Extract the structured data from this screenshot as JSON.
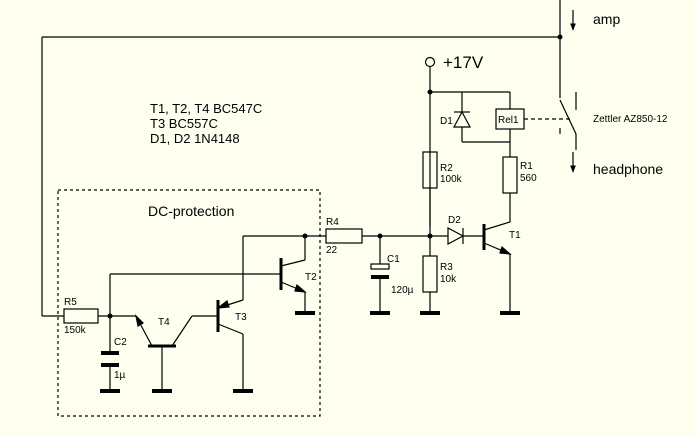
{
  "notes": {
    "line1": "T1, T2, T4  BC547C",
    "line2": "T3 BC557C",
    "line3": "D1, D2 1N4148"
  },
  "box_title": "DC-protection",
  "supply": "+17V",
  "outputs": {
    "amp": "amp",
    "headphone": "headphone"
  },
  "relay": {
    "ref": "Rel1",
    "part": "Zettler AZ850-12"
  },
  "components": {
    "R1": {
      "ref": "R1",
      "value": "560"
    },
    "R2": {
      "ref": "R2",
      "value": "100k"
    },
    "R3": {
      "ref": "R3",
      "value": "10k"
    },
    "R4": {
      "ref": "R4",
      "value": "22"
    },
    "R5": {
      "ref": "R5",
      "value": "150k"
    },
    "C1": {
      "ref": "C1",
      "value": "120µ"
    },
    "C2": {
      "ref": "C2",
      "value": "1µ"
    },
    "D1": {
      "ref": "D1"
    },
    "D2": {
      "ref": "D2"
    },
    "T1": {
      "ref": "T1"
    },
    "T2": {
      "ref": "T2"
    },
    "T3": {
      "ref": "T3"
    },
    "T4": {
      "ref": "T4"
    }
  }
}
